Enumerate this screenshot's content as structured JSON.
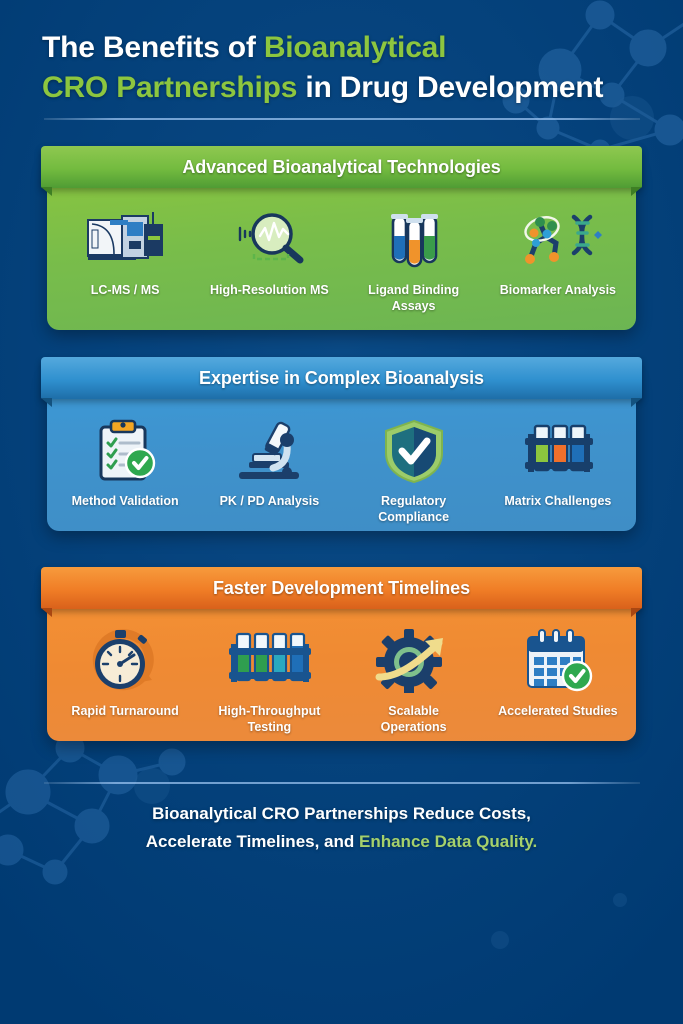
{
  "theme": {
    "background": "#003a72",
    "accent_green": "#8dc63f",
    "accent_blue": "#3b9ad8",
    "accent_orange": "#f59234",
    "text_light": "#ffffff",
    "footer_highlight": "#a5d16b"
  },
  "title": {
    "line1_plain": "The Benefits of ",
    "line1_highlight": "Bioanalytical",
    "line2_highlight": "CRO Partnerships",
    "line2_plain": " in Drug Development"
  },
  "sections": [
    {
      "id": "advanced-bioanalytical-technologies",
      "banner": "Advanced Bioanalytical Technologies",
      "color": "#8cc63e",
      "items": [
        {
          "label": "LC-MS / MS",
          "icon": "lcms-instrument-icon"
        },
        {
          "label": "High-Resolution MS",
          "icon": "magnifier-spectrum-icon"
        },
        {
          "label": "Ligand Binding Assays",
          "icon": "test-tubes-icon"
        },
        {
          "label": "Biomarker Analysis",
          "icon": "molecule-dna-icon"
        }
      ]
    },
    {
      "id": "expertise-in-complex-bioanalysis",
      "banner": "Expertise in Complex Bioanalysis",
      "color": "#3b9ad8",
      "items": [
        {
          "label": "Method Validation",
          "icon": "clipboard-check-icon"
        },
        {
          "label": "PK / PD Analysis",
          "icon": "microscope-icon"
        },
        {
          "label": "Regulatory Compliance",
          "icon": "shield-check-icon"
        },
        {
          "label": "Matrix Challenges",
          "icon": "test-tube-rack-icon"
        }
      ]
    },
    {
      "id": "faster-development-timelines",
      "banner": "Faster Development Timelines",
      "color": "#f59234",
      "items": [
        {
          "label": "Rapid Turnaround",
          "icon": "stopwatch-icon"
        },
        {
          "label": "High-Throughput Testing",
          "icon": "four-test-tubes-icon"
        },
        {
          "label": "Scalable Operations",
          "icon": "gear-growth-arrow-icon"
        },
        {
          "label": "Accelerated Studies",
          "icon": "calendar-check-icon"
        }
      ]
    }
  ],
  "footer": {
    "line1": "Bioanalytical CRO Partnerships Reduce Costs,",
    "line2_plain": "Accelerate Timelines, and ",
    "line2_highlight": "Enhance Data Quality."
  }
}
